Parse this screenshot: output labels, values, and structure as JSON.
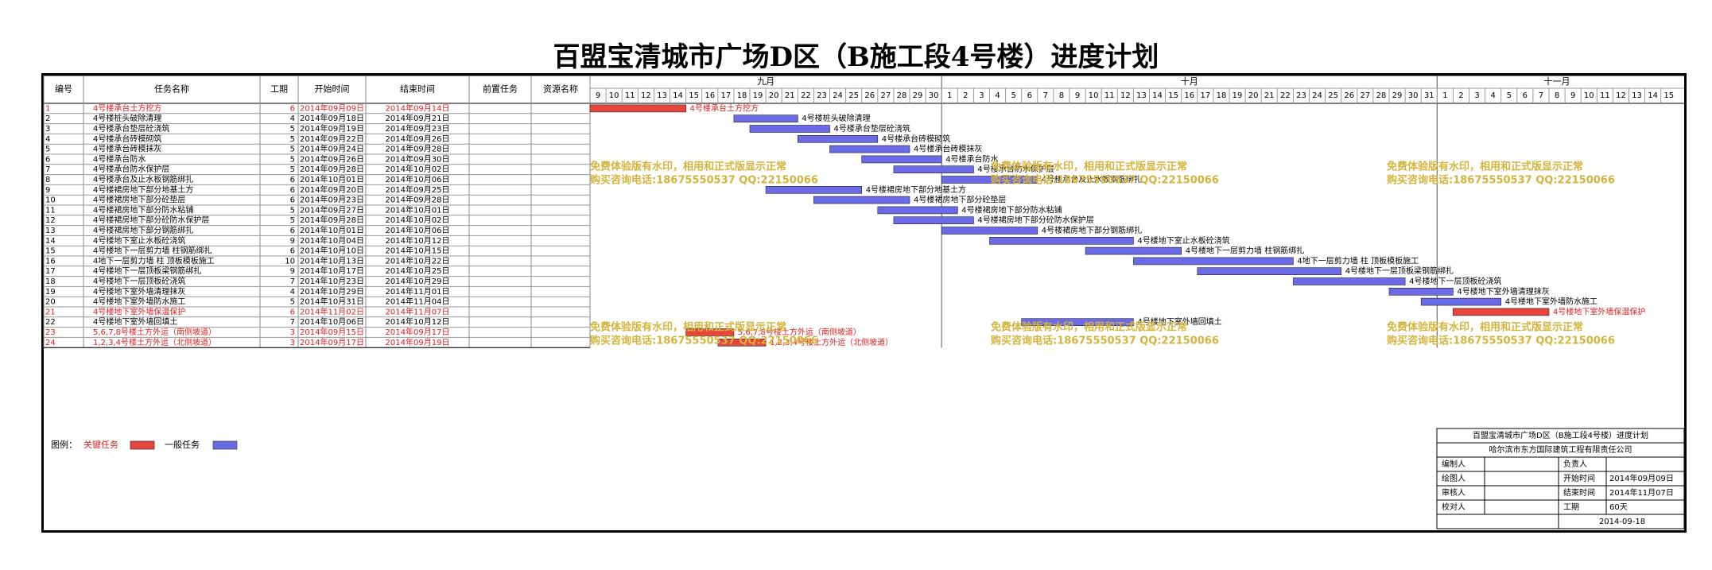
{
  "title": "百盟宝清城市广场D区（B施工段4号楼）进度计划",
  "chart_data": {
    "type": "gantt",
    "columns": [
      "编号",
      "任务名称",
      "工期",
      "开始时间",
      "结束时间",
      "前置任务",
      "资源名称"
    ],
    "months": [
      {
        "label": "九月",
        "days": [
          9,
          10,
          11,
          12,
          13,
          14,
          15,
          16,
          17,
          18,
          19,
          20,
          21,
          22,
          23,
          24,
          25,
          26,
          27,
          28,
          29,
          30
        ]
      },
      {
        "label": "十月",
        "days": [
          1,
          2,
          3,
          4,
          5,
          6,
          7,
          8,
          9,
          10,
          11,
          12,
          13,
          14,
          15,
          16,
          17,
          18,
          19,
          20,
          21,
          22,
          23,
          24,
          25,
          26,
          27,
          28,
          29,
          30,
          31
        ]
      },
      {
        "label": "十一月",
        "days": [
          1,
          2,
          3,
          4,
          5,
          6,
          7,
          8,
          9,
          10,
          11,
          12,
          13,
          14,
          15
        ]
      }
    ],
    "tasks": [
      {
        "id": "1",
        "name": "4号楼承台土方挖方",
        "duration": "6",
        "start": "2014年09月09日",
        "end": "2014年09月14日",
        "critical": true,
        "bar_label": "4号楼承台土方挖方",
        "s": 0,
        "e": 6
      },
      {
        "id": "2",
        "name": "4号楼桩头破除清理",
        "duration": "4",
        "start": "2014年09月18日",
        "end": "2014年09月21日",
        "critical": false,
        "bar_label": "4号楼桩头破除清理",
        "s": 9,
        "e": 13
      },
      {
        "id": "3",
        "name": "4号楼承台垫层砼浇筑",
        "duration": "5",
        "start": "2014年09月19日",
        "end": "2014年09月23日",
        "critical": false,
        "bar_label": "4号楼承台垫层砼浇筑",
        "s": 10,
        "e": 15
      },
      {
        "id": "4",
        "name": "4号楼承台砖模砌筑",
        "duration": "5",
        "start": "2014年09月22日",
        "end": "2014年09月26日",
        "critical": false,
        "bar_label": "4号楼承台砖模砌筑",
        "s": 13,
        "e": 18
      },
      {
        "id": "5",
        "name": "4号楼承台砖模抹灰",
        "duration": "5",
        "start": "2014年09月24日",
        "end": "2014年09月28日",
        "critical": false,
        "bar_label": "4号楼承台砖模抹灰",
        "s": 15,
        "e": 20
      },
      {
        "id": "6",
        "name": "4号楼承台防水",
        "duration": "5",
        "start": "2014年09月26日",
        "end": "2014年09月30日",
        "critical": false,
        "bar_label": "4号楼承台防水",
        "s": 17,
        "e": 22
      },
      {
        "id": "7",
        "name": "4号楼承台防水保护层",
        "duration": "5",
        "start": "2014年09月28日",
        "end": "2014年10月02日",
        "critical": false,
        "bar_label": "4号楼承台防水保护层",
        "s": 19,
        "e": 24
      },
      {
        "id": "8",
        "name": "4号楼承台及止水板钢筋绑扎",
        "duration": "6",
        "start": "2014年10月01日",
        "end": "2014年10月06日",
        "critical": false,
        "bar_label": "4号楼承台及止水板钢筋绑扎",
        "s": 22,
        "e": 28
      },
      {
        "id": "9",
        "name": "4号楼裙房地下部分地基土方",
        "duration": "6",
        "start": "2014年09月20日",
        "end": "2014年09月25日",
        "critical": false,
        "bar_label": "4号楼裙房地下部分地基土方",
        "s": 11,
        "e": 17
      },
      {
        "id": "10",
        "name": "4号楼裙房地下部分砼垫层",
        "duration": "6",
        "start": "2014年09月23日",
        "end": "2014年09月28日",
        "critical": false,
        "bar_label": "4号楼裙房地下部分砼垫层",
        "s": 14,
        "e": 20
      },
      {
        "id": "11",
        "name": "4号楼裙房地下部分防水粘铺",
        "duration": "5",
        "start": "2014年09月27日",
        "end": "2014年10月01日",
        "critical": false,
        "bar_label": "4号楼裙房地下部分防水粘铺",
        "s": 18,
        "e": 23
      },
      {
        "id": "12",
        "name": "4号楼裙房地下部分砼防水保护层",
        "duration": "5",
        "start": "2014年09月28日",
        "end": "2014年10月02日",
        "critical": false,
        "bar_label": "4号楼裙房地下部分砼防水保护层",
        "s": 19,
        "e": 24
      },
      {
        "id": "13",
        "name": "4号楼裙房地下部分钢筋绑扎",
        "duration": "6",
        "start": "2014年10月01日",
        "end": "2014年10月06日",
        "critical": false,
        "bar_label": "4号楼裙房地下部分钢筋绑扎",
        "s": 22,
        "e": 28
      },
      {
        "id": "14",
        "name": "4号楼地下室止水板砼浇筑",
        "duration": "9",
        "start": "2014年10月04日",
        "end": "2014年10月12日",
        "critical": false,
        "bar_label": "4号楼地下室止水板砼浇筑",
        "s": 25,
        "e": 34
      },
      {
        "id": "15",
        "name": "4号楼地下一层剪力墙 柱钢筋绑扎",
        "duration": "6",
        "start": "2014年10月10日",
        "end": "2014年10月15日",
        "critical": false,
        "bar_label": "4号楼地下一层剪力墙 柱钢筋绑扎",
        "s": 31,
        "e": 37
      },
      {
        "id": "16",
        "name": "4地下一层剪力墙 柱 顶板模板施工",
        "duration": "10",
        "start": "2014年10月13日",
        "end": "2014年10月22日",
        "critical": false,
        "bar_label": "4地下一层剪力墙 柱 顶板模板施工",
        "s": 34,
        "e": 44
      },
      {
        "id": "17",
        "name": "4号楼地下一层顶板梁钢筋绑扎",
        "duration": "9",
        "start": "2014年10月17日",
        "end": "2014年10月25日",
        "critical": false,
        "bar_label": "4号楼地下一层顶板梁钢筋绑扎",
        "s": 38,
        "e": 47
      },
      {
        "id": "18",
        "name": "4号楼地下一层顶板砼浇筑",
        "duration": "7",
        "start": "2014年10月23日",
        "end": "2014年10月29日",
        "critical": false,
        "bar_label": "4号楼地下一层顶板砼浇筑",
        "s": 44,
        "e": 51
      },
      {
        "id": "19",
        "name": "4号楼地下室外墙清理抹灰",
        "duration": "4",
        "start": "2014年10月29日",
        "end": "2014年11月01日",
        "critical": false,
        "bar_label": "4号楼地下室外墙清理抹灰",
        "s": 50,
        "e": 54
      },
      {
        "id": "20",
        "name": "4号楼地下室外墙防水施工",
        "duration": "5",
        "start": "2014年10月31日",
        "end": "2014年11月04日",
        "critical": false,
        "bar_label": "4号楼地下室外墙防水施工",
        "s": 52,
        "e": 57
      },
      {
        "id": "21",
        "name": "4号楼地下室外墙保温保护",
        "duration": "6",
        "start": "2014年11月02日",
        "end": "2014年11月07日",
        "critical": true,
        "bar_label": "4号楼地下室外墙保温保护",
        "s": 54,
        "e": 60
      },
      {
        "id": "22",
        "name": "4号楼地下室外墙回填土",
        "duration": "7",
        "start": "2014年10月06日",
        "end": "2014年10月12日",
        "critical": false,
        "bar_label": "4号楼地下室外墙回填土",
        "s": 27,
        "e": 34
      },
      {
        "id": "23",
        "name": "5,6,7,8号楼土方外运（南侧坡道）",
        "duration": "3",
        "start": "2014年09月15日",
        "end": "2014年09月17日",
        "critical": true,
        "bar_label": "5,6,7,8号楼土方外运（南侧坡道）",
        "s": 6,
        "e": 9
      },
      {
        "id": "24",
        "name": "1,2,3,4号楼土方外运（北侧坡道）",
        "duration": "3",
        "start": "2014年09月17日",
        "end": "2014年09月19日",
        "critical": true,
        "bar_label": "1,2,3,4号楼土方外运（北侧坡道）",
        "s": 8,
        "e": 11
      }
    ]
  },
  "legend": {
    "prefix": "图例：",
    "critical_label": "关键任务",
    "normal_label": "一般任务"
  },
  "watermark": {
    "line1": "免费体验版有水印，相用和正式版显示正常",
    "line2": "购买咨询电话:18675550537 QQ:22150066"
  },
  "info_box": {
    "title": "百盟宝清城市广场D区（B施工段4号楼）进度计划",
    "company": "哈尔滨市东方国际建筑工程有限责任公司",
    "rows": [
      [
        "编制人",
        "",
        "负责人",
        ""
      ],
      [
        "绘图人",
        "",
        "开始时间",
        "2014年09月09日"
      ],
      [
        "审核人",
        "",
        "结束时间",
        "2014年11月07日"
      ],
      [
        "校对人",
        "",
        "工期",
        "60天"
      ]
    ],
    "date": "2014-09-18"
  },
  "colors": {
    "critical": "#e8453c",
    "normal": "#6b6be8",
    "critical_text": "#e02020",
    "watermark": "#d4b43c"
  }
}
